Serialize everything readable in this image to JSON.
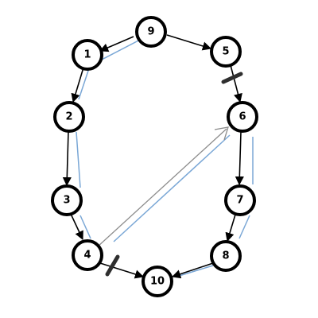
{
  "graph": {
    "colors": {
      "background": "#ffffff",
      "node_fill": "#ffffff",
      "node_stroke": "#000000",
      "edge": "#000000",
      "path_highlight": "#7aa7d6",
      "added_edge": "#8c8c8c",
      "cut_mark": "#2f2f2f"
    },
    "nodes": [
      {
        "id": "n1",
        "label": "1"
      },
      {
        "id": "n2",
        "label": "2"
      },
      {
        "id": "n3",
        "label": "3"
      },
      {
        "id": "n4",
        "label": "4"
      },
      {
        "id": "n5",
        "label": "5"
      },
      {
        "id": "n6",
        "label": "6"
      },
      {
        "id": "n7",
        "label": "7"
      },
      {
        "id": "n8",
        "label": "8"
      },
      {
        "id": "n9",
        "label": "9"
      },
      {
        "id": "n10",
        "label": "10"
      }
    ],
    "edges": [
      {
        "from": "9",
        "to": "1"
      },
      {
        "from": "9",
        "to": "5"
      },
      {
        "from": "1",
        "to": "2"
      },
      {
        "from": "2",
        "to": "3"
      },
      {
        "from": "3",
        "to": "4"
      },
      {
        "from": "4",
        "to": "10"
      },
      {
        "from": "5",
        "to": "6"
      },
      {
        "from": "6",
        "to": "7"
      },
      {
        "from": "7",
        "to": "8"
      },
      {
        "from": "8",
        "to": "10"
      }
    ],
    "added_edge": {
      "from": "4",
      "to": "6"
    },
    "cut_edges": [
      {
        "from": "5",
        "to": "6"
      },
      {
        "from": "4",
        "to": "10"
      }
    ],
    "highlighted_path": [
      "9",
      "1",
      "2",
      "3",
      "4",
      "6",
      "7",
      "8",
      "10"
    ]
  }
}
